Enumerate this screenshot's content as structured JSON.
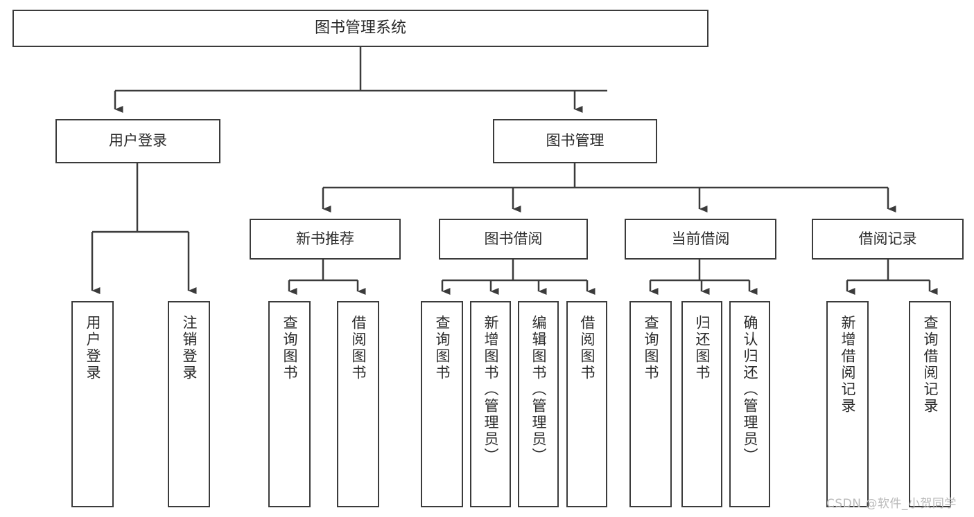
{
  "diagram": {
    "type": "tree-hierarchy",
    "title": "图书管理系统",
    "root": {
      "label": "图书管理系统"
    },
    "level1": [
      {
        "label": "用户登录"
      },
      {
        "label": "图书管理"
      }
    ],
    "level2": [
      {
        "label": "新书推荐"
      },
      {
        "label": "图书借阅"
      },
      {
        "label": "当前借阅"
      },
      {
        "label": "借阅记录"
      }
    ],
    "leaves": {
      "user_login": [
        {
          "label": "用户登录"
        },
        {
          "label": "注销登录"
        }
      ],
      "new_book_recommend": [
        {
          "label": "查询图书"
        },
        {
          "label": "借阅图书"
        }
      ],
      "book_borrow": [
        {
          "label": "查询图书"
        },
        {
          "label": "新增图书（管理员）"
        },
        {
          "label": "编辑图书（管理员）"
        },
        {
          "label": "借阅图书"
        }
      ],
      "current_borrow": [
        {
          "label": "查询图书"
        },
        {
          "label": "归还图书"
        },
        {
          "label": "确认归还（管理员）"
        }
      ],
      "borrow_record": [
        {
          "label": "新增借阅记录"
        },
        {
          "label": "查询借阅记录"
        }
      ]
    }
  },
  "watermark": {
    "text": "CSDN @软件_小贺同学"
  },
  "colors": {
    "background": "#ffffff",
    "box_border": "#3b3b3b",
    "text": "#2b2b2b",
    "connector": "#3b3b3b",
    "watermark": "#b9b9b9"
  }
}
